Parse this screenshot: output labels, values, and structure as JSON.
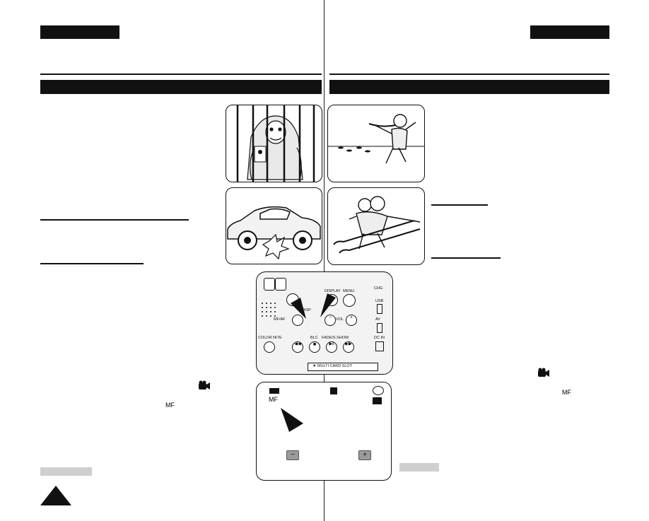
{
  "device": {
    "buttons": {
      "disp": "DISP",
      "display": "DISPLAY",
      "menu": "MENU",
      "mfaf": "MF/AF",
      "vol": "VOL",
      "color_nite": "COLOR NITE",
      "blc": "BLC",
      "fade_slow": "FADE/S.SHOW",
      "chg": "CHG",
      "usb": "USB",
      "av": "AV",
      "dcin": "DC IN",
      "slot": "▼ MULTI CARD SLOT"
    }
  },
  "osd": {
    "mf_icon": "MF"
  },
  "icons": {
    "mf_inline": "MF",
    "camera": "camera-mode-icon"
  },
  "colors": {
    "bar": "#111111",
    "grey_tab": "#cfcfcf",
    "osd_button": "#9a9a9a"
  }
}
